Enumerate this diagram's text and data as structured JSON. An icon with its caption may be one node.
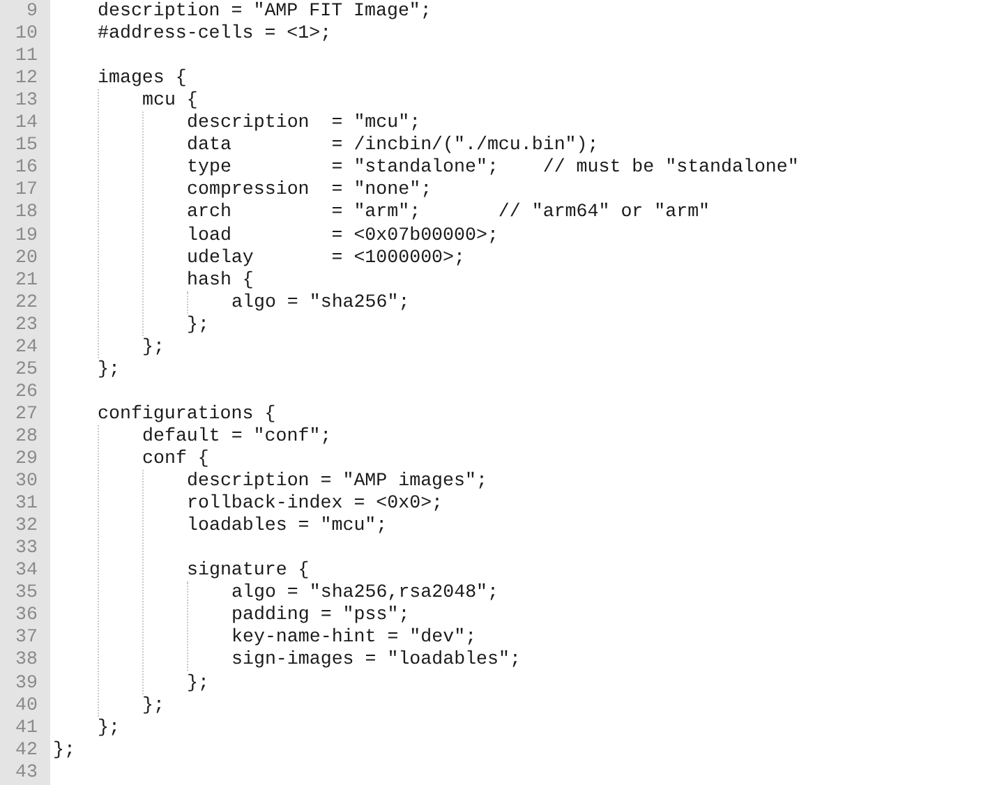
{
  "diagram": {
    "labels": [
      "9",
      "description = \"AMP FIT Image\";",
      "10",
      "#address-cells = <1>;",
      "11",
      "12",
      "images {",
      "13",
      "mcu {",
      "14",
      "description  = \"mcu\";",
      "15",
      "data         = /incbin/(\"./mcu.bin\");",
      "16",
      "type         = \"standalone\";    // must be \"standalone\"",
      "17",
      "compression  = \"none\";",
      "18",
      "arch         = \"arm\";       // \"arm64\" or \"arm\"",
      "19",
      "load         = <0x07b00000>;",
      "20",
      "udelay       = <1000000>;",
      "21",
      "hash {",
      "22",
      "algo = \"sha256\";",
      "23",
      "};",
      "24",
      "};",
      "25",
      "};",
      "26",
      "27",
      "configurations {",
      "28",
      "default = \"conf\";",
      "29",
      "conf {",
      "30",
      "description = \"AMP images\";",
      "31",
      "rollback-index = <0x0>;",
      "32",
      "loadables = \"mcu\";",
      "33",
      "34",
      "signature {",
      "35",
      "algo = \"sha256,rsa2048\";",
      "36",
      "padding = \"pss\";",
      "37",
      "key-name-hint = \"dev\";",
      "38",
      "sign-images = \"loadables\";",
      "39",
      "};",
      "40",
      "};",
      "41",
      "};",
      "42",
      "};",
      "43"
    ]
  }
}
